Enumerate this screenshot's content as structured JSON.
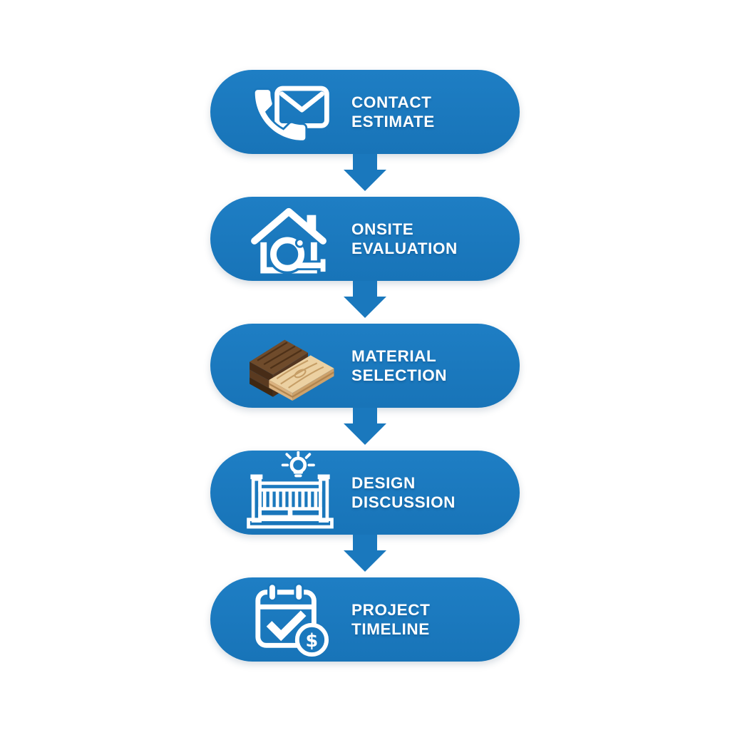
{
  "diagram": {
    "kind": "process-flowchart",
    "orientation": "vertical",
    "step_count": 5
  },
  "colors": {
    "background": "#ffffff",
    "pill_blue": "#1a78bd",
    "arrow_blue": "#1a78bd",
    "label_text": "#ffffff",
    "icon_white": "#ffffff",
    "wood_dark_top": "#6f4b2b",
    "wood_dark_side": "#543620",
    "wood_light_top": "#ecd1a2",
    "wood_light_side": "#cda26b"
  },
  "steps": [
    {
      "icon": "phone-envelope-icon",
      "line1": "CONTACT",
      "line2": "ESTIMATE"
    },
    {
      "icon": "house-measuring-tape-icon",
      "line1": "ONSITE",
      "line2": "EVALUATION"
    },
    {
      "icon": "wood-planks-icon",
      "line1": "MATERIAL",
      "line2": "SELECTION"
    },
    {
      "icon": "railing-lightbulb-icon",
      "line1": "DESIGN",
      "line2": "DISCUSSION"
    },
    {
      "icon": "calendar-dollar-icon",
      "line1": "PROJECT",
      "line2": "TIMELINE"
    }
  ],
  "icons": {
    "coin_symbol": "$"
  }
}
